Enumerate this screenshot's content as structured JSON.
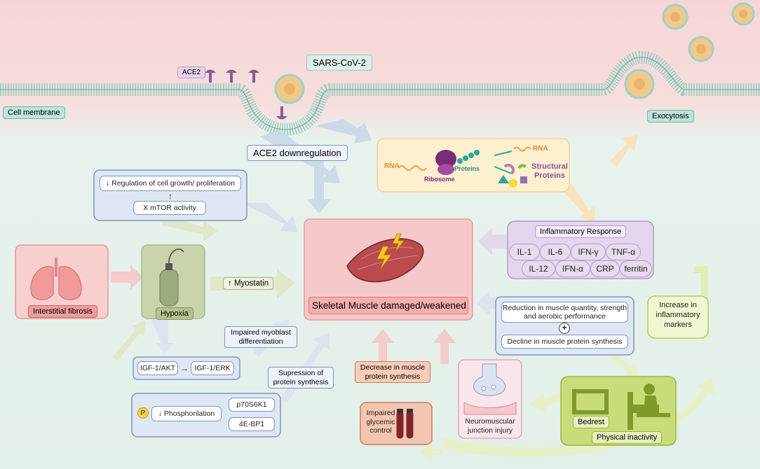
{
  "membrane": {
    "virus_label": "SARS-CoV-2",
    "ace2_label": "ACE2",
    "cell_membrane_label": "Cell membrane",
    "exocytosis_label": "Exocytosis"
  },
  "ace2_downregulation": "ACE2 downregulation",
  "replication": {
    "rna_in": "RNA",
    "ribosome": "Ribosome",
    "proteins": "Proteins",
    "rna_out": "RNA",
    "structural_proteins_line1": "Structural",
    "structural_proteins_line2": "Proteins"
  },
  "mtor_box": {
    "regulation": "↓ Regulation of cell growth/ proliferation",
    "arrow": "↑",
    "mtor": "X  mTOR activity"
  },
  "interstitial_fibrosis": "Interstitial fibrosis",
  "hypoxia": "Hypoxia",
  "myostatin": "↑ Myostatin",
  "skeletal_muscle": "Skeletal Muscle damaged/weakened",
  "inflammatory": {
    "title": "Inflammatory Response",
    "markers": [
      "IL-1",
      "IL-6",
      "IFN-γ",
      "TNF-α",
      "IL-12",
      "IFN-α",
      "CRP",
      "ferritin"
    ]
  },
  "reduction_box": {
    "reduction": "Reduction in muscle quantity, strength and aerobic performance",
    "plus": "+",
    "decline": "Decline in muscle protein synthesis"
  },
  "increase_inflammatory": "Increase in inflammatory markers",
  "impaired_myoblast": "Impaired myoblast differentiation",
  "igf": {
    "akt": "IGF-1/AKT",
    "erk": "IGF-1/ERK"
  },
  "supression": "Supression of protein synthesis",
  "phosphorilation": {
    "p": "P",
    "label": "↓ Phosphorilation",
    "targets": [
      "p70S6K1",
      "4E-BP1"
    ]
  },
  "decrease_protein": "Decrease in muscle protein synthesis",
  "impaired_glycemic": "Impaired glycemic control",
  "neuromuscular": "Neuromuscular junction injury",
  "physical_inactivity": {
    "bedrest": "Bedrest",
    "label": "Physical inactivity"
  },
  "colors": {
    "top_bg": "#f6d6d8",
    "cell_bg": "#e6f1ec",
    "membrane": "#8fcfc3",
    "virus": "#e9b46a",
    "ace2": "#8a5a8e",
    "fibrosis": "#f4a7a7",
    "hypoxia": "#a9b98a",
    "muscle": "#f5c9c9",
    "inflammatory": "#e3d6ee",
    "replication": "#fdf0cf",
    "inactivity": "#c8dd7a",
    "blue_panel": "#dfe7f5"
  }
}
